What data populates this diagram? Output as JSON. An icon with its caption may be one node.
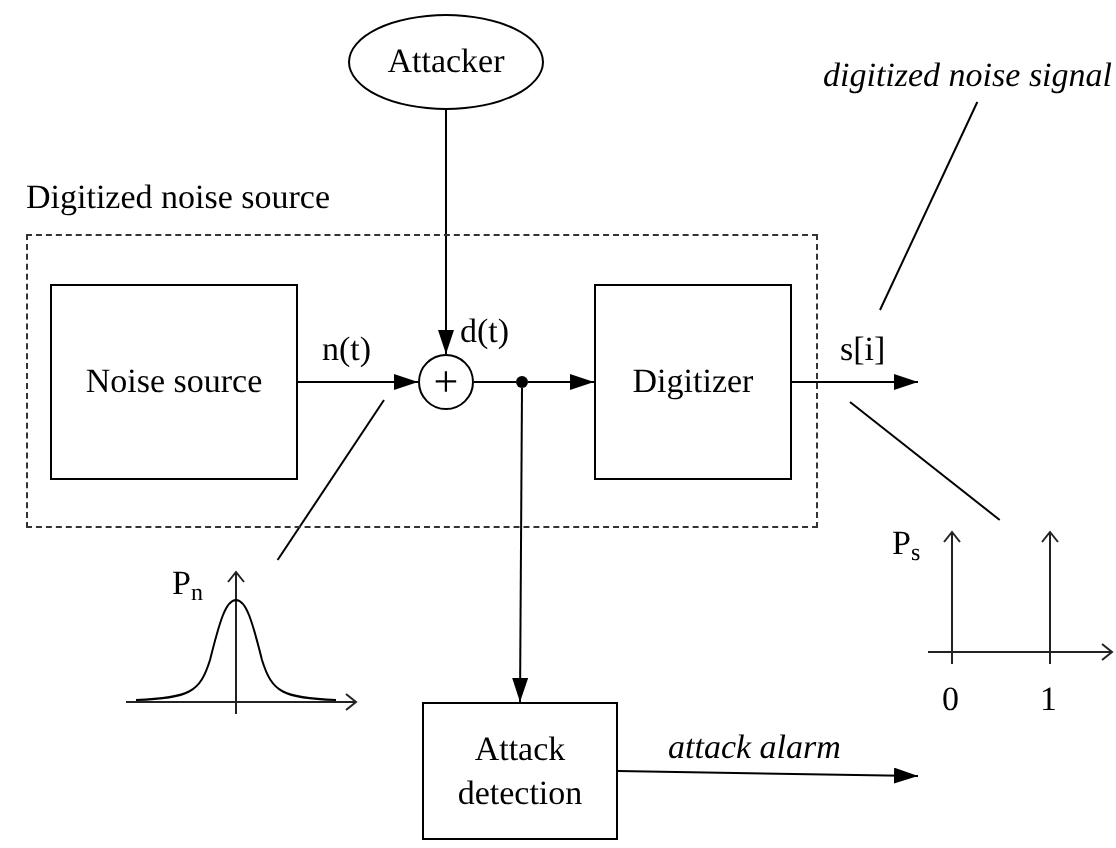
{
  "diagram": {
    "nodes": [
      {
        "text": [
          "Digitized noise source"
        ]
      },
      {
        "text": [
          "Noise source"
        ],
        "in": 0
      },
      {
        "text": [
          "+"
        ],
        "in": 0
      },
      {
        "text": [
          "Digitizer"
        ],
        "in": 0
      },
      {
        "text": [
          "Attacker"
        ]
      },
      {
        "text": [
          "Attack detection"
        ]
      },
      {
        "text": [],
        "shape": "circle",
        "in": 0
      },
      {
        "text": [
          "digitized noise signal"
        ]
      },
      {
        "text": [
          "P$_{n}$"
        ]
      },
      {
        "text": [
          "P$_{s}$",
          "0",
          "1"
        ]
      }
    ],
    "edges": [
      {
        "from": 1,
        "to": 2,
        "arrow": "to",
        "label": "n(t)"
      },
      {
        "from": 4,
        "to": 2,
        "arrow": "to",
        "label": "d(t)"
      },
      {
        "from": 2,
        "to": 6,
        "arrow": "none"
      },
      {
        "from": 6,
        "to": 3,
        "arrow": "to"
      },
      {
        "from": 6,
        "to": 5,
        "arrow": "to"
      },
      {
        "from": 3,
        "to": null,
        "arrow": "to",
        "label": "s[i]"
      },
      {
        "from": 5,
        "to": null,
        "arrow": "to",
        "label": "attack alarm"
      },
      {
        "from": 7,
        "to": null,
        "arrow": "none"
      },
      {
        "from": 8,
        "to": null,
        "arrow": "none"
      },
      {
        "from": 9,
        "to": null,
        "arrow": "none"
      }
    ]
  }
}
